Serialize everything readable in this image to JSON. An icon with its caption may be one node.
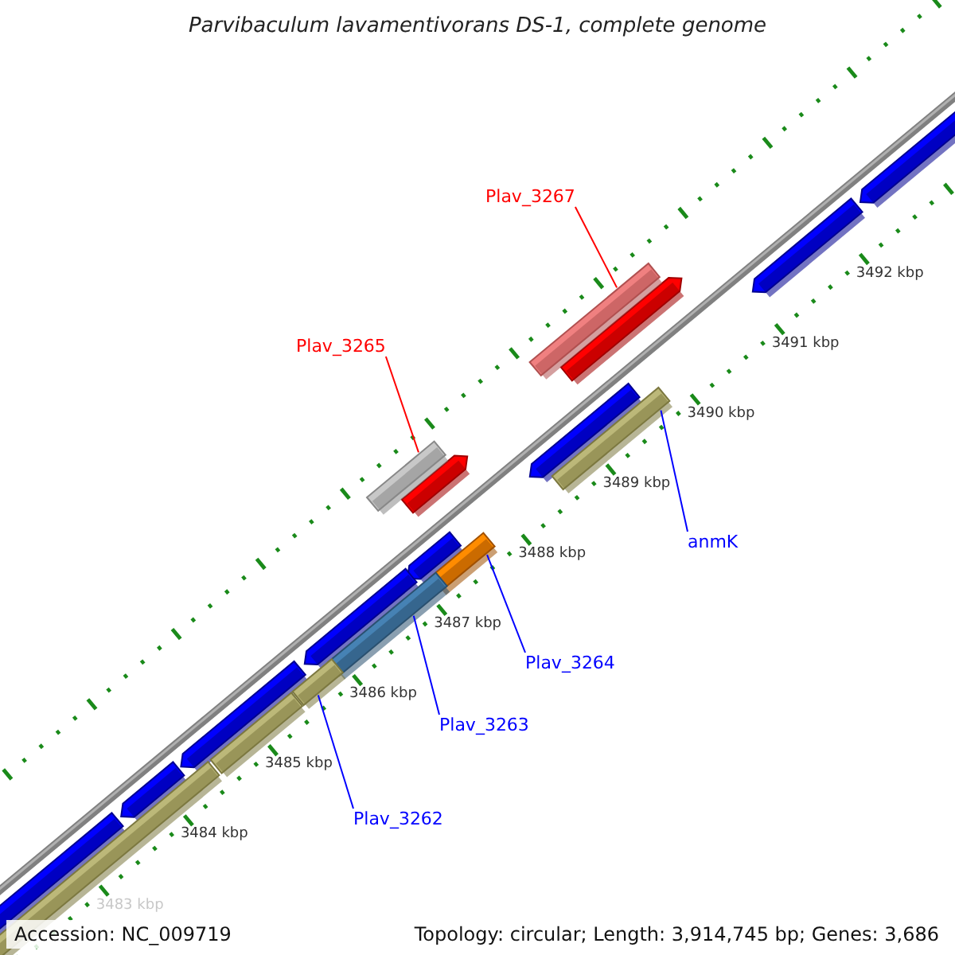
{
  "diagram": {
    "title": "Parvibaculum lavamentivorans DS-1, complete genome",
    "nodes": [
      {
        "text": [
          "Plav_3267"
        ]
      },
      {
        "text": [],
        "shape": "bar"
      },
      {
        "text": [
          "Plav_3265"
        ]
      },
      {
        "text": [],
        "shape": "bar"
      },
      {
        "text": [
          "anmK"
        ]
      },
      {
        "text": [],
        "shape": "bar"
      },
      {
        "text": [
          "Plav_3264"
        ]
      },
      {
        "text": [],
        "shape": "bar"
      },
      {
        "text": [
          "Plav_3263"
        ]
      },
      {
        "text": [],
        "shape": "bar"
      },
      {
        "text": [
          "Plav_3262"
        ]
      },
      {
        "text": [],
        "shape": "bar"
      }
    ],
    "edges": [
      {
        "from": 0,
        "to": 1,
        "arrow": "none",
        "color": "#ff0000"
      },
      {
        "from": 2,
        "to": 3,
        "arrow": "none",
        "color": "#ff0000"
      },
      {
        "from": 4,
        "to": 5,
        "arrow": "none"
      },
      {
        "from": 6,
        "to": 7,
        "arrow": "none"
      },
      {
        "from": 8,
        "to": 9,
        "arrow": "none"
      },
      {
        "from": 10,
        "to": 11,
        "arrow": "none"
      }
    ],
    "labels": [
      "3492 kbp",
      "3491 kbp",
      "3490 kbp",
      "3489 kbp",
      "3488 kbp",
      "3487 kbp",
      "3486 kbp",
      "3485 kbp",
      "3484 kbp",
      "3483 kbp",
      "Accession: NC_009719",
      "Topology: circular; Length: 3,914,745 bp; Genes: 3,686"
    ]
  }
}
